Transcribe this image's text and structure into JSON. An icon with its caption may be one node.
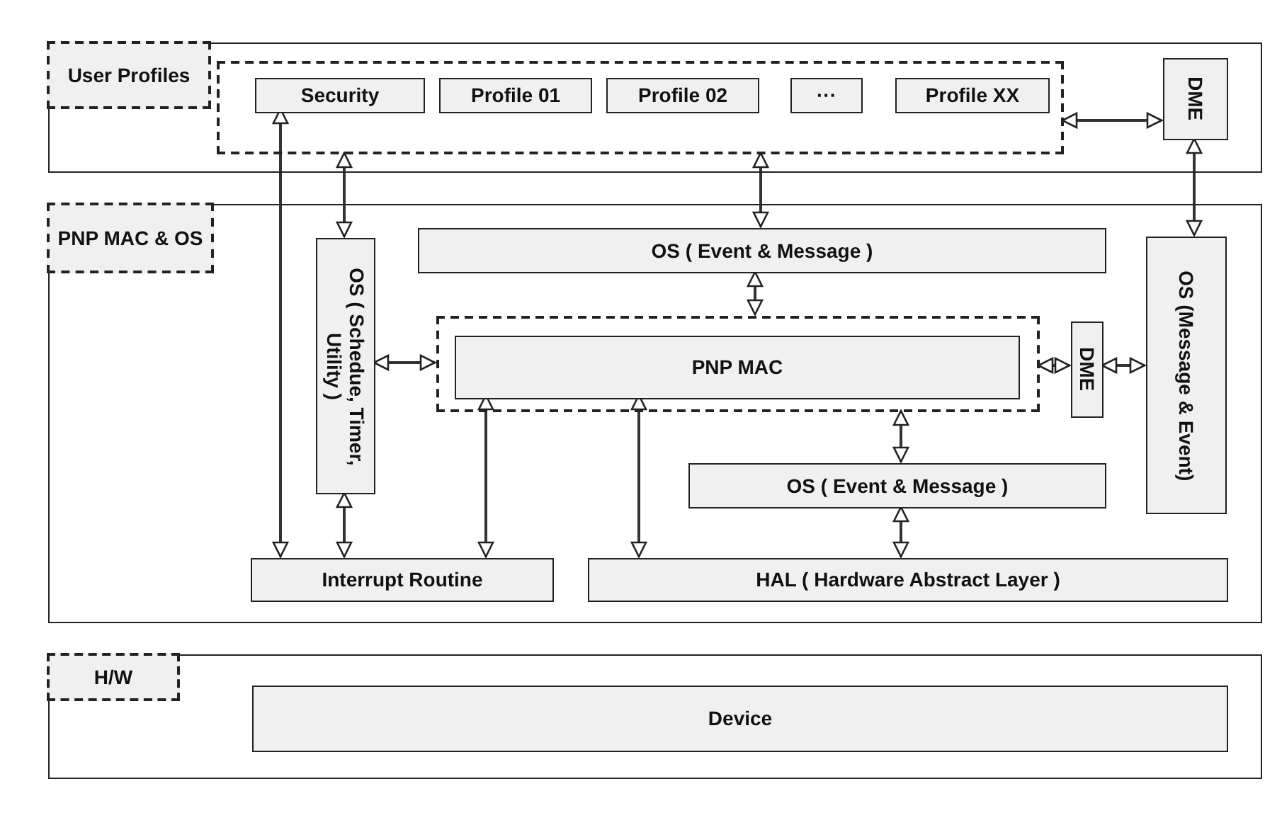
{
  "diagram": {
    "nodes": [
      {
        "text": [
          "User Profiles"
        ]
      },
      {
        "text": [],
        "shape": "box",
        "in": 0
      },
      {
        "text": [
          "Security"
        ],
        "in": 1
      },
      {
        "text": [
          "Profile 01"
        ],
        "in": 1
      },
      {
        "text": [
          "Profile 02"
        ],
        "in": 1
      },
      {
        "text": [
          "···"
        ],
        "in": 1
      },
      {
        "text": [
          "Profile XX"
        ],
        "in": 1
      },
      {
        "text": [
          "DME"
        ],
        "in": 0
      },
      {
        "text": [
          "PNP MAC & OS"
        ]
      },
      {
        "text": [
          "OS ( Event & Message )"
        ],
        "in": 8
      },
      {
        "text": [
          "OS ( Schedue, Timer, Utility )"
        ],
        "in": 8
      },
      {
        "text": [],
        "shape": "box",
        "in": 8
      },
      {
        "text": [
          "PNP MAC"
        ],
        "in": 11
      },
      {
        "text": [
          "DME"
        ],
        "in": 8
      },
      {
        "text": [
          "OS (Message & Event)"
        ],
        "in": 8
      },
      {
        "text": [
          "OS ( Event & Message )"
        ],
        "in": 8
      },
      {
        "text": [
          "Interrupt Routine"
        ],
        "in": 8
      },
      {
        "text": [
          "HAL ( Hardware Abstract Layer )"
        ],
        "in": 8
      },
      {
        "text": [
          "H/W"
        ]
      },
      {
        "text": [
          "Device"
        ],
        "in": 18
      }
    ],
    "edges": [
      {
        "from": 1,
        "to": 7,
        "arrow": "both"
      },
      {
        "from": 2,
        "to": 16,
        "arrow": "both"
      },
      {
        "from": 1,
        "to": 10,
        "arrow": "both"
      },
      {
        "from": 1,
        "to": 9,
        "arrow": "both"
      },
      {
        "from": 7,
        "to": 14,
        "arrow": "both"
      },
      {
        "from": 9,
        "to": 11,
        "arrow": "both"
      },
      {
        "from": 10,
        "to": 11,
        "arrow": "both"
      },
      {
        "from": 11,
        "to": 13,
        "arrow": "both"
      },
      {
        "from": 13,
        "to": 14,
        "arrow": "both"
      },
      {
        "from": 11,
        "to": 15,
        "arrow": "both"
      },
      {
        "from": 10,
        "to": 16,
        "arrow": "both"
      },
      {
        "from": 12,
        "to": 16,
        "arrow": "both"
      },
      {
        "from": 12,
        "to": 17,
        "arrow": "both"
      },
      {
        "from": 15,
        "to": 17,
        "arrow": "both"
      }
    ]
  }
}
